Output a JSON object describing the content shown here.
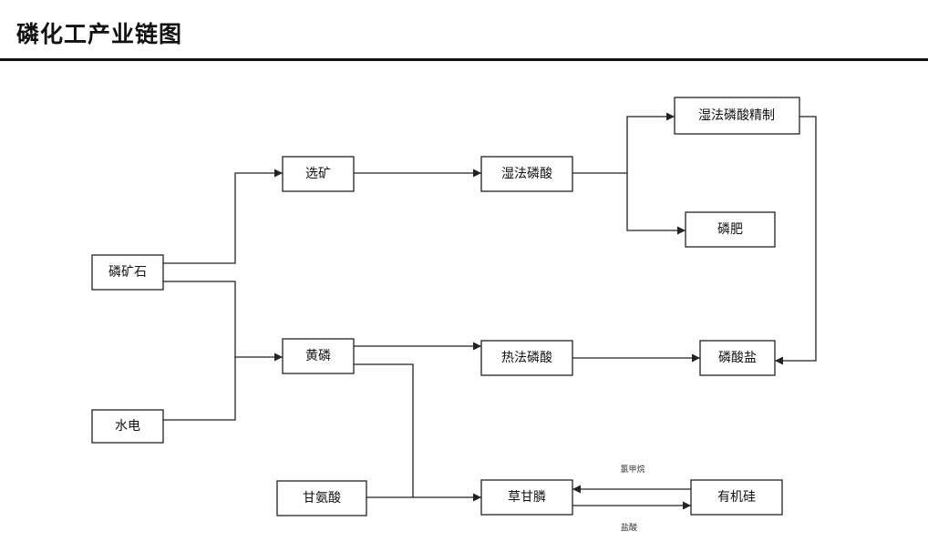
{
  "header": {
    "title": "磷化工产业链图"
  },
  "nodes": {
    "phosphate_rock": "磷矿石",
    "hydropower": "水电",
    "beneficiation": "选矿",
    "yellow_phosphorus": "黄磷",
    "glycine": "甘氨酸",
    "wet_phosphoric_acid": "湿法磷酸",
    "thermal_phosphoric_acid": "热法磷酸",
    "glyphosate": "草甘膦",
    "purified_wet_acid": "湿法磷酸精制",
    "phosphate_fertilizer": "磷肥",
    "phosphate_salt": "磷酸盐",
    "organosilicon": "有机硅"
  },
  "edge_labels": {
    "chloromethane": "氯甲烷",
    "hydrochloric_acid": "盐酸"
  }
}
